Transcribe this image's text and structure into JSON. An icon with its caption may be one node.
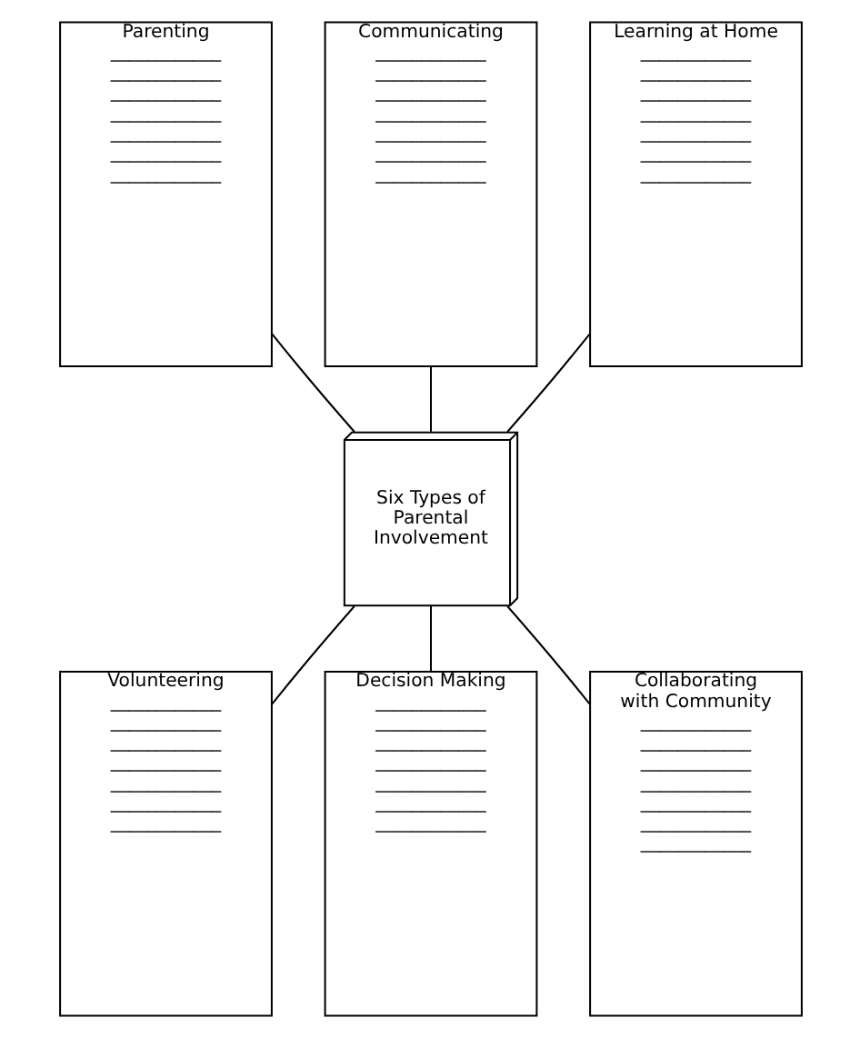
{
  "diagram": {
    "nodes": [
      {
        "text": [
          "Parenting",
          "____________",
          "____________",
          "____________",
          "____________",
          "____________",
          "____________",
          "____________"
        ]
      },
      {
        "text": [
          "Communicating",
          "____________",
          "____________",
          "____________",
          "____________",
          "____________",
          "____________",
          "____________"
        ]
      },
      {
        "text": [
          "Learning at Home",
          "____________",
          "____________",
          "____________",
          "____________",
          "____________",
          "____________",
          "____________"
        ]
      },
      {
        "text": [
          "Six Types of Parental Involvement"
        ]
      },
      {
        "text": [
          "Volunteering",
          "____________",
          "____________",
          "____________",
          "____________",
          "____________",
          "____________",
          "____________"
        ]
      },
      {
        "text": [
          "Decision Making",
          "____________",
          "____________",
          "____________",
          "____________",
          "____________",
          "____________",
          "____________"
        ]
      },
      {
        "text": [
          "Collaborating with Community",
          "____________",
          "____________",
          "____________",
          "____________",
          "____________",
          "____________",
          "____________"
        ]
      }
    ],
    "edges": [
      {
        "from": 0,
        "to": 3,
        "arrow": "none"
      },
      {
        "from": 1,
        "to": 3,
        "arrow": "none"
      },
      {
        "from": 2,
        "to": 3,
        "arrow": "none"
      },
      {
        "from": 3,
        "to": 4,
        "arrow": "none"
      },
      {
        "from": 3,
        "to": 5,
        "arrow": "none"
      },
      {
        "from": 3,
        "to": 6,
        "arrow": "none"
      }
    ]
  }
}
